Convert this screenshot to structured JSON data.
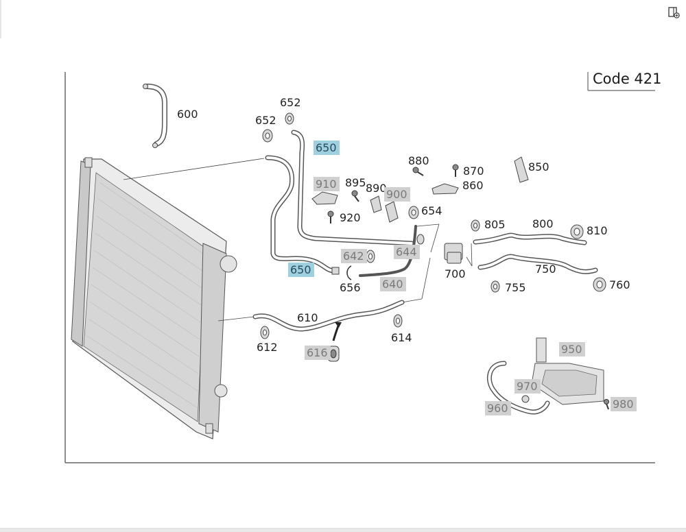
{
  "header": {
    "code_label": "Code 421",
    "corner_icon": "view-menu-icon"
  },
  "parts": [
    {
      "id": "p600",
      "label": "600",
      "style": "plain"
    },
    {
      "id": "p652a",
      "label": "652",
      "style": "plain"
    },
    {
      "id": "p652b",
      "label": "652",
      "style": "plain"
    },
    {
      "id": "p650a",
      "label": "650",
      "style": "blue"
    },
    {
      "id": "p650b",
      "label": "650",
      "style": "blue"
    },
    {
      "id": "p880",
      "label": "880",
      "style": "plain"
    },
    {
      "id": "p870",
      "label": "870",
      "style": "plain"
    },
    {
      "id": "p850",
      "label": "850",
      "style": "plain"
    },
    {
      "id": "p910",
      "label": "910",
      "style": "grey"
    },
    {
      "id": "p895",
      "label": "895",
      "style": "plain"
    },
    {
      "id": "p890",
      "label": "890",
      "style": "plain"
    },
    {
      "id": "p900",
      "label": "900",
      "style": "grey"
    },
    {
      "id": "p860",
      "label": "860",
      "style": "plain"
    },
    {
      "id": "p654",
      "label": "654",
      "style": "plain"
    },
    {
      "id": "p920",
      "label": "920",
      "style": "plain"
    },
    {
      "id": "p805",
      "label": "805",
      "style": "plain"
    },
    {
      "id": "p800",
      "label": "800",
      "style": "plain"
    },
    {
      "id": "p810",
      "label": "810",
      "style": "plain"
    },
    {
      "id": "p642",
      "label": "642",
      "style": "grey"
    },
    {
      "id": "p644",
      "label": "644",
      "style": "grey"
    },
    {
      "id": "p700",
      "label": "700",
      "style": "plain"
    },
    {
      "id": "p750",
      "label": "750",
      "style": "plain"
    },
    {
      "id": "p760",
      "label": "760",
      "style": "plain"
    },
    {
      "id": "p656",
      "label": "656",
      "style": "plain"
    },
    {
      "id": "p640",
      "label": "640",
      "style": "grey"
    },
    {
      "id": "p755",
      "label": "755",
      "style": "plain"
    },
    {
      "id": "p610",
      "label": "610",
      "style": "plain"
    },
    {
      "id": "p612",
      "label": "612",
      "style": "plain"
    },
    {
      "id": "p614",
      "label": "614",
      "style": "plain"
    },
    {
      "id": "p616",
      "label": "616",
      "style": "grey"
    },
    {
      "id": "p950",
      "label": "950",
      "style": "grey"
    },
    {
      "id": "p970",
      "label": "970",
      "style": "grey"
    },
    {
      "id": "p960",
      "label": "960",
      "style": "grey"
    },
    {
      "id": "p980",
      "label": "980",
      "style": "grey"
    }
  ],
  "colors": {
    "highlight_grey": "#d0d0d0",
    "highlight_blue": "#9fd0e0",
    "line": "#555555"
  }
}
